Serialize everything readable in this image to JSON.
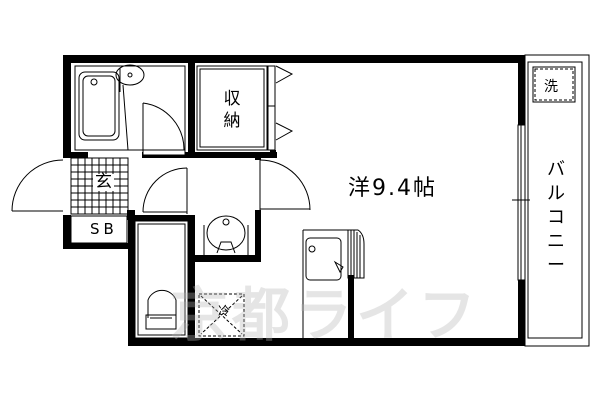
{
  "floorplan": {
    "rooms": {
      "main": "洋9.4帖",
      "storage": "収納",
      "entrance": "玄",
      "shoe_box": "SB",
      "balcony": "バルコニー"
    },
    "fixtures": {
      "washing_machine": "洗",
      "refrigerator": "冷"
    },
    "watermark": "京都ライフ"
  }
}
